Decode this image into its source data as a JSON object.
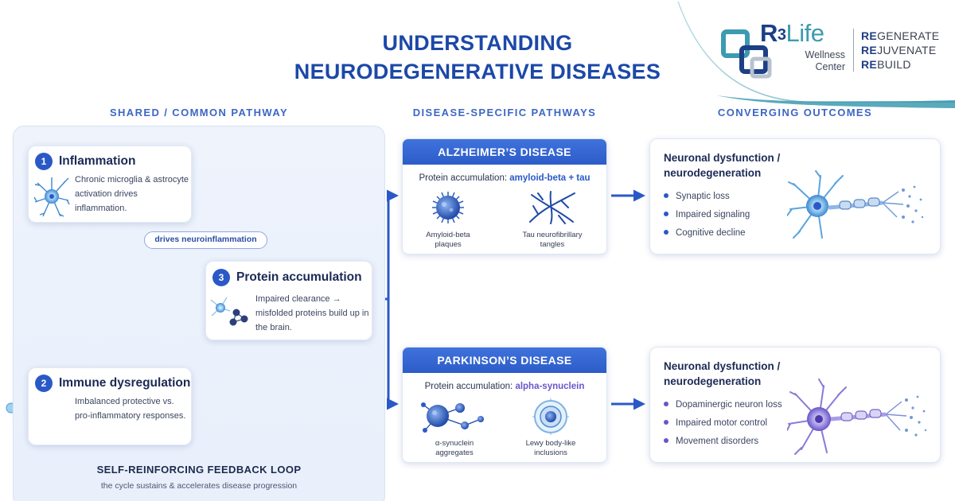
{
  "title": {
    "line1": "UNDERSTANDING",
    "line2": "NEURODEGENERATIVE DISEASES"
  },
  "logo": {
    "brand_r": "R",
    "brand_sup": "3",
    "brand_life": "Life",
    "sub_line1": "Wellness",
    "sub_line2": "Center",
    "tagline": [
      {
        "bold": "RE",
        "rest": "GENERATE"
      },
      {
        "bold": "RE",
        "rest": "JUVENATE"
      },
      {
        "bold": "RE",
        "rest": "BUILD"
      }
    ]
  },
  "columns": {
    "shared": "SHARED / COMMON PATHWAY",
    "specific": "DISEASE-SPECIFIC PATHWAYS",
    "outcomes": "CONVERGING OUTCOMES"
  },
  "steps": [
    {
      "num": "1",
      "title": "Inflammation",
      "lines": [
        "Chronic microglia & astrocyte",
        "activation drives",
        "inflammation."
      ]
    },
    {
      "num": "2",
      "title": "Immune dysregulation",
      "lines": [
        "Imbalanced protective vs.",
        "pro-inflammatory responses."
      ]
    },
    {
      "num": "3",
      "title": "Protein accumulation",
      "lines": [
        "Impaired clearance →",
        "misfolded proteins build up in",
        "the brain."
      ]
    }
  ],
  "feedback_pill": "drives neuroinflammation",
  "loop": {
    "title": "SELF-REINFORCING FEEDBACK LOOP",
    "subtitle": "the cycle sustains & accelerates disease progression"
  },
  "diseases": [
    {
      "name": "ALZHEIMER’S DISEASE",
      "acc_prefix": "Protein accumulation: ",
      "acc_value": "amyloid-beta + tau",
      "acc_color": "#2a59c7",
      "captions": [
        [
          "Amyloid-beta",
          "plaques"
        ],
        [
          "Tau neurofibrillary",
          "tangles"
        ]
      ]
    },
    {
      "name": "PARKINSON’S DISEASE",
      "acc_prefix": "Protein accumulation: ",
      "acc_value": "alpha-synuclein",
      "acc_color": "#6a55c9",
      "captions": [
        [
          "α-synuclein",
          "aggregates"
        ],
        [
          "Lewy body-like",
          "inclusions"
        ]
      ]
    }
  ],
  "outcomes": [
    {
      "title_l1": "Neuronal dysfunction /",
      "title_l2": "neurodegeneration",
      "dot_color": "#2a59c7",
      "items": [
        "Synaptic loss",
        "Impaired signaling",
        "Cognitive decline"
      ]
    },
    {
      "title_l1": "Neuronal dysfunction /",
      "title_l2": "neurodegeneration",
      "dot_color": "#6a55c9",
      "items": [
        "Dopaminergic neuron loss",
        "Impaired motor control",
        "Movement disorders"
      ]
    }
  ],
  "colors": {
    "accent": "#2a59c7",
    "title": "#1c48a8",
    "purple": "#6a55c9",
    "teal": "#3d9ab0"
  }
}
